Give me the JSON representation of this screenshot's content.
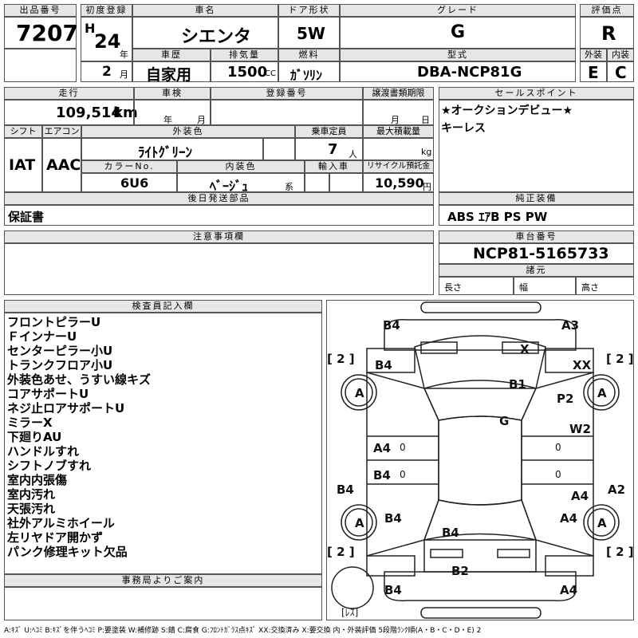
{
  "labels": {
    "lot_no": "出品番号",
    "first_reg": "初度登録",
    "car_name": "車名",
    "door": "ドア形状",
    "grade": "グレード",
    "score": "評価点",
    "history": "車歴",
    "displacement": "排気量",
    "fuel": "燃料",
    "model_type": "型式",
    "exterior": "外装",
    "interior": "内装",
    "year_unit": "年",
    "month_unit": "月",
    "cc_unit": "CC",
    "mileage": "走行",
    "inspection": "車検",
    "reg_no": "登録番号",
    "transfer_deadline": "譲渡書類期限",
    "insp_year": "年",
    "insp_month": "月",
    "deadline_month": "月",
    "deadline_day": "日",
    "sales_point": "セールスポイント",
    "shift": "シフト",
    "aircon": "エアコン",
    "ext_color": "外装色",
    "capacity": "乗車定員",
    "max_load": "最大積載量",
    "person_unit": "人",
    "kg_unit": "kg",
    "color_no": "カラーNo.",
    "int_color": "内装色",
    "kei": "系",
    "import": "輸入車",
    "recycle": "リサイクル預託金",
    "yen_unit": "円",
    "later_parts": "後日発送部品",
    "genuine_equip": "純正装備",
    "caution": "注意事項欄",
    "chassis_no": "車台番号",
    "dimensions": "諸元",
    "length": "長さ",
    "width": "幅",
    "height": "高さ",
    "inspector": "検査員記入欄",
    "office_notice": "事務局よりご案内"
  },
  "vehicle": {
    "lot_no": "7207",
    "era": "H",
    "year": "24",
    "month": "2",
    "name": "シエンタ",
    "door": "5W",
    "grade": "G",
    "score": "R",
    "history": "自家用",
    "displacement": "1500",
    "fuel": "ｶﾞｿﾘﾝ",
    "model_type": "DBA-NCP81G",
    "exterior_score": "E",
    "interior_score": "C",
    "mileage": "109,514",
    "mileage_unit": "km",
    "shift": "IAT",
    "aircon": "AAC",
    "ext_color": "ﾗｲﾄｸﾞﾘｰﾝ",
    "capacity": "7",
    "color_no": "6U6",
    "int_color": "ﾍﾞｰｼﾞｭ",
    "recycle": "10,590",
    "later_parts": "保証書",
    "genuine_equip": "ABS ｴｱB PS PW",
    "chassis_no": "NCP81-5165733"
  },
  "sales_points": [
    "★オークションデビュー★",
    "キーレス"
  ],
  "inspector_notes": [
    "フロントピラーU",
    "ＦインナーU",
    "センターピラー小U",
    "トランクフロア小U",
    "外装色あせ、うすい線キズ",
    "コアサポートU",
    "ネジ止ロアサポートU",
    "ミラーX",
    "下廻りAU",
    "ハンドルすれ",
    "シフトノブすれ",
    "室内内張傷",
    "室内汚れ",
    "天張汚れ",
    "社外アルミホイール",
    "左リヤドア開かず",
    "パンク修理キット欠品"
  ],
  "diagram": {
    "marks": {
      "b4_fl": "B4",
      "a3": "A3",
      "b4_l1": "B4",
      "x": "X",
      "xx": "XX",
      "b1": "B1",
      "p2": "P2",
      "g": "G",
      "w2": "W2",
      "a4_l1": "A4",
      "b4_l2": "B4",
      "b4_lrear": "B4",
      "a4_r1": "A4",
      "a2": "A2",
      "b4_l3": "B4",
      "a4_r2": "A4",
      "b4_rear": "B4",
      "b2": "B2",
      "b4_rl": "B4",
      "a4_rr": "A4",
      "wheel_fl": "A",
      "wheel_fr": "A",
      "wheel_rl": "A",
      "wheel_rr": "A",
      "zero1": "0",
      "zero2": "0",
      "zero3": "0",
      "zero4": "0"
    },
    "tires": {
      "fl": "[ 2 ]",
      "fr": "[ 2 ]",
      "rl": "[ 2 ]",
      "rr": "[ 2 ]"
    },
    "spare": "[ﾚｽ]"
  },
  "legend": "A:ｷｽﾞ U:ﾍｺﾐ B:ｷｽﾞを伴うﾍｺﾐ P:要塗装 W:補修跡 S:錆 C:腐食 G:ﾌﾛﾝﾄｶﾞﾗｽ点ｷｽﾞ XX:交換済み X:要交換 内・外装評価 5段階ﾗﾝｸ順(A・B・C・D・E) 2"
}
